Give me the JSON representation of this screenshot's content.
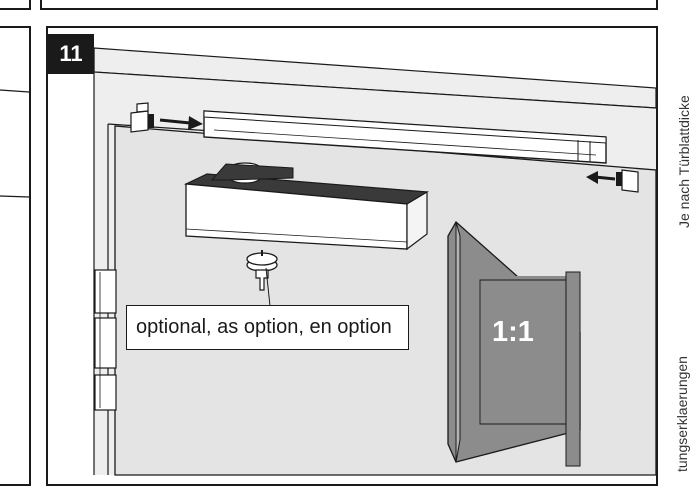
{
  "step": {
    "number": "11"
  },
  "callout": {
    "text": "optional, as option, en option"
  },
  "scale": {
    "label": "1:1"
  },
  "margin_text": {
    "top": "Je   nach   Türblattdicke",
    "bottom": "tungserklaerungen"
  },
  "colors": {
    "ink": "#1a1a1a",
    "panel_bg": "#eeeeee",
    "door_fill": "#e4e4e4",
    "template_fill": "#8c8c8c"
  }
}
